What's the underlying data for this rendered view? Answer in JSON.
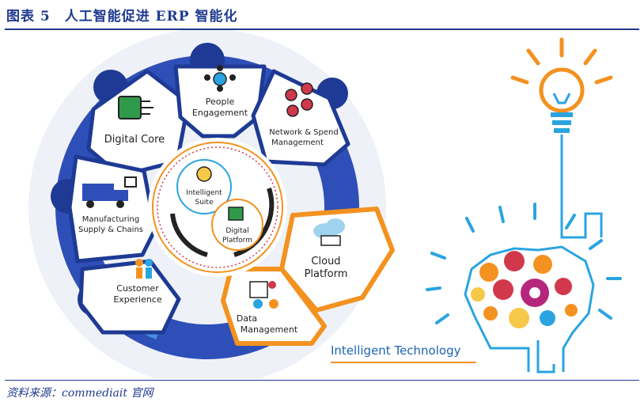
{
  "title": "图表 5　人工智能促进 ERP 智能化",
  "source": "资料来源：commediait 官网",
  "segments": {
    "digital_core": "Digital Core",
    "people_1": "People",
    "people_2": "Engagement",
    "network_1": "Network & Spend",
    "network_2": "Management",
    "manufacturing_1": "Manufacturing",
    "manufacturing_2": "Supply & Chains",
    "customer_1": "Customer",
    "customer_2": "Experience",
    "cloud_1": "Cloud",
    "cloud_2": "Platform",
    "data_1": "Data",
    "data_2": "Management"
  },
  "center": {
    "intelligent_1": "Intelligent",
    "intelligent_2": "Suite",
    "digital_1": "Digital",
    "digital_2": "Platform"
  },
  "tech_label": "Intelligent Technology",
  "colors": {
    "navy": "#1f3a8f",
    "blue": "#2a4bb3",
    "orange": "#f39220",
    "light_blue": "#2aa4e0"
  }
}
